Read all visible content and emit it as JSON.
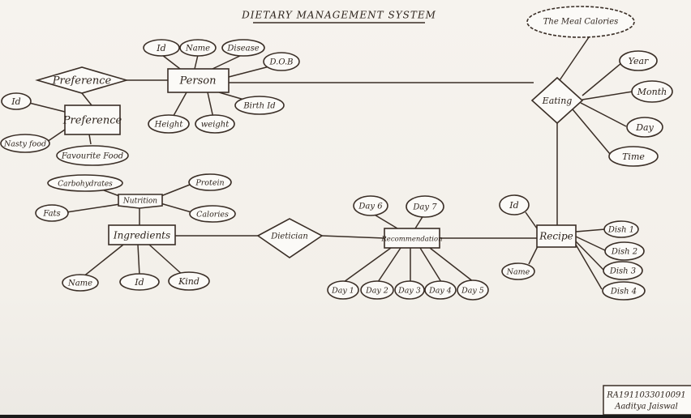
{
  "title": "DIETARY MANAGEMENT SYSTEM",
  "entities": {
    "person": "Person",
    "preference": "Preference",
    "ingredients": "Ingredients",
    "recommendation": "Recommendation",
    "recipe": "Recipe"
  },
  "relationships": {
    "preference": "Preference",
    "eating": "Eating",
    "dietician": "Dietician",
    "nutrition": "Nutrition"
  },
  "attributes": {
    "person_id": "Id",
    "person_name": "Name",
    "person_disease": "Disease",
    "person_dob": "D.O.B",
    "person_birth_id": "Birth Id",
    "person_height": "Height",
    "person_weight": "weight",
    "pref_id": "Id",
    "pref_nasty_food": "Nasty food",
    "pref_favourite_food": "Favourite Food",
    "meal_calories": "The Meal Calories",
    "eat_year": "Year",
    "eat_month": "Month",
    "eat_day": "Day",
    "eat_time": "Time",
    "nut_carbohydrates": "Carbohydrates",
    "nut_protein": "Protein",
    "nut_fats": "Fats",
    "nut_calories": "Calories",
    "ing_name": "Name",
    "ing_id": "Id",
    "ing_kind": "Kind",
    "rec_day1": "Day 1",
    "rec_day2": "Day 2",
    "rec_day3": "Day 3",
    "rec_day4": "Day 4",
    "rec_day5": "Day 5",
    "rec_day6": "Day 6",
    "rec_day7": "Day 7",
    "recipe_id": "Id",
    "recipe_name": "Name",
    "recipe_dish1": "Dish 1",
    "recipe_dish2": "Dish 2",
    "recipe_dish3": "Dish 3",
    "recipe_dish4": "Dish 4"
  },
  "signature": {
    "line1": "RA1911033010091",
    "line2": "Aaditya Jaiswal"
  },
  "colors": {
    "ink": "#3a2e26",
    "paper": "#f4f1ec"
  }
}
